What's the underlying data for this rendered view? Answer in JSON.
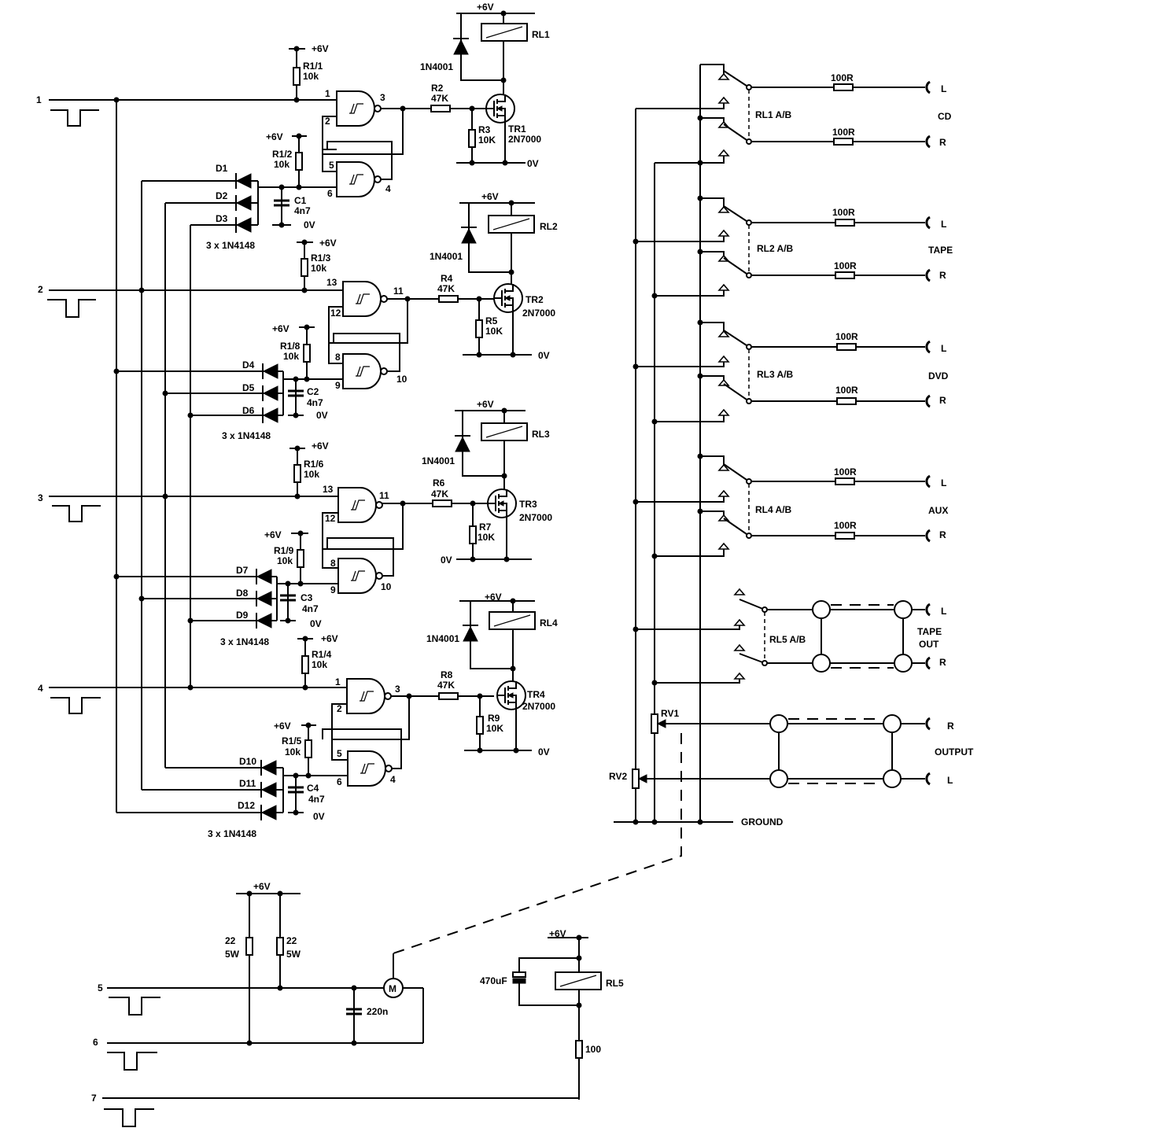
{
  "supply": {
    "p6v": "+6V",
    "zero": "0V",
    "ground": "GROUND"
  },
  "inputs": [
    "1",
    "2",
    "3",
    "4",
    "5",
    "6",
    "7"
  ],
  "resistors": {
    "r1_1": "R1/1",
    "r1_2": "R1/2",
    "r1_3": "R1/3",
    "r1_4": "R1/4",
    "r1_5": "R1/5",
    "r1_6": "R1/6",
    "r1_8": "R1/8",
    "r1_9": "R1/9",
    "val_10k": "10k",
    "val_10K": "10K",
    "val_47K": "47K",
    "r2": "R2",
    "r3": "R3",
    "r4": "R4",
    "r5": "R5",
    "r6": "R6",
    "r7": "R7",
    "r8": "R8",
    "r9": "R9",
    "r100": "100R",
    "r22": "22",
    "w5": "5W",
    "r_100": "100"
  },
  "diodes": {
    "d1": "D1",
    "d2": "D2",
    "d3": "D3",
    "d4": "D4",
    "d5": "D5",
    "d6": "D6",
    "d7": "D7",
    "d8": "D8",
    "d9": "D9",
    "d10": "D10",
    "d11": "D11",
    "d12": "D12",
    "group": "3 x 1N4148",
    "n4001": "1N4001"
  },
  "capacitors": {
    "c1": "C1",
    "c2": "C2",
    "c3": "C3",
    "c4": "C4",
    "val": "4n7",
    "c220": "220n",
    "c470": "470uF"
  },
  "transistors": {
    "tr1": "TR1",
    "tr2": "TR2",
    "tr3": "TR3",
    "tr4": "TR4",
    "type": "2N7000"
  },
  "relays": {
    "rl1": "RL1",
    "rl2": "RL2",
    "rl3": "RL3",
    "rl4": "RL4",
    "rl5": "RL5",
    "rl1ab": "RL1 A/B",
    "rl2ab": "RL2 A/B",
    "rl3ab": "RL3 A/B",
    "rl4ab": "RL4 A/B",
    "rl5ab": "RL5 A/B"
  },
  "pins": {
    "p1": "1",
    "p2": "2",
    "p3": "3",
    "p4": "4",
    "p5": "5",
    "p6": "6",
    "p8": "8",
    "p9": "9",
    "p10": "10",
    "p11": "11",
    "p12": "12",
    "p13": "13"
  },
  "sources": {
    "cd": "CD",
    "tape": "TAPE",
    "dvd": "DVD",
    "aux": "AUX",
    "tape_out_1": "TAPE",
    "tape_out_2": "OUT",
    "output": "OUTPUT",
    "left": "L",
    "right": "R"
  },
  "pots": {
    "rv1": "RV1",
    "rv2": "RV2"
  },
  "motor": "M"
}
